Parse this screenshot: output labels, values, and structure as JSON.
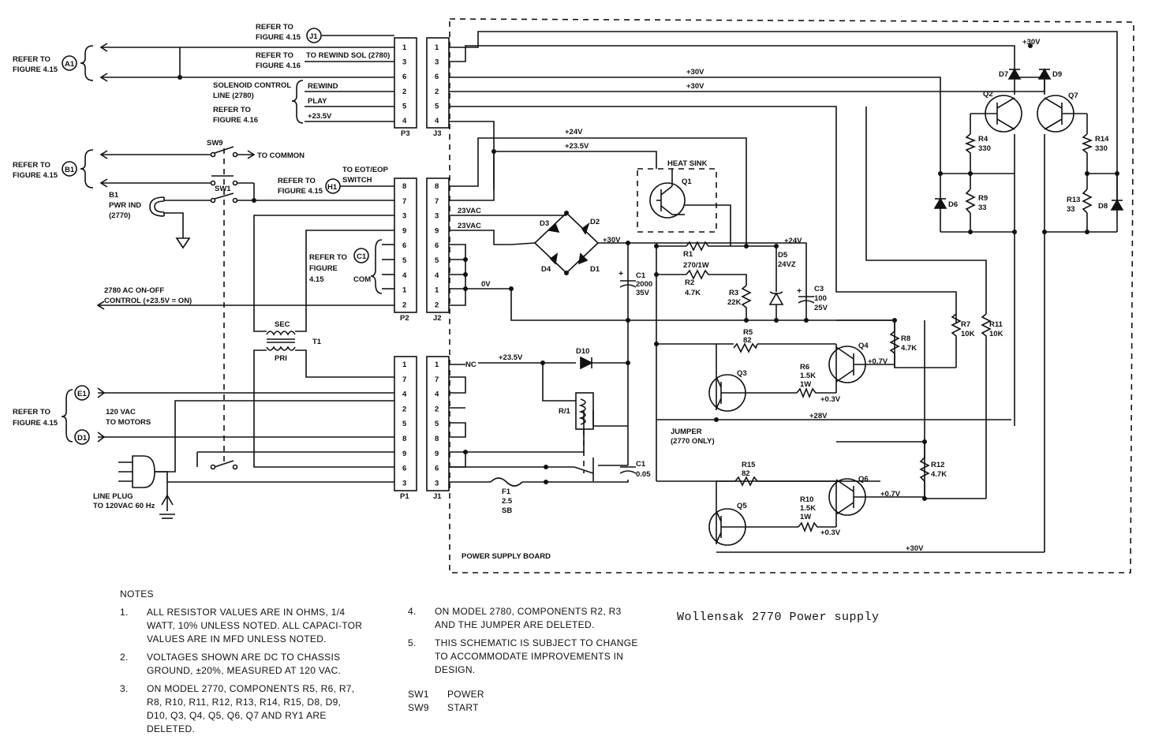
{
  "caption": "Wollensak 2770 Power supply",
  "power_board_label": "POWER SUPPLY BOARD",
  "left_labels": {
    "refer_to": "REFER TO",
    "figure_415": "FIGURE 4.15",
    "figure_416": "FIGURE 4.16",
    "a1": "A1",
    "b1": "B1",
    "e1": "E1",
    "d1": "D1",
    "j1": "J1",
    "h1": "H1",
    "c1": "C1",
    "to_rewind_sol": "TO REWIND SOL (2780)",
    "solenoid_control": "SOLENOID CONTROL",
    "line_2780": "LINE (2780)",
    "rewind": "REWIND",
    "play": "PLAY",
    "plus_23_5v": "+23.5V",
    "sw9": "SW9",
    "to_common": "TO COMMON",
    "sw1": "SW1",
    "to_eot": "TO EOT/EOP",
    "switch": "SWITCH",
    "b1_lamp": "B1",
    "pwr_ind": "PWR IND",
    "model_2770": "(2770)",
    "figure": "FIGURE",
    "fig_415_short": "4.15",
    "com": "COM",
    "ac_onoff_1": "2780 AC ON-OFF",
    "ac_onoff_2": "CONTROL (+23.5V = ON)",
    "sec": "SEC",
    "pri": "PRI",
    "t1": "T1",
    "vac_120": "120 VAC",
    "to_motors": "TO MOTORS",
    "line_plug": "LINE PLUG",
    "to_120vac": "TO 120VAC 60 Hz"
  },
  "connectors": {
    "p3": {
      "name": "P3",
      "pins": [
        "1",
        "3",
        "6",
        "2",
        "5",
        "4"
      ]
    },
    "j3": {
      "name": "J3",
      "pins": [
        "1",
        "3",
        "6",
        "2",
        "5",
        "4"
      ]
    },
    "p2": {
      "name": "P2",
      "pins": [
        "8",
        "7",
        "3",
        "9",
        "6",
        "5",
        "4",
        "1",
        "2"
      ]
    },
    "j2": {
      "name": "J2",
      "pins": [
        "8",
        "7",
        "3",
        "9",
        "6",
        "5",
        "4",
        "1",
        "2"
      ]
    },
    "p1": {
      "name": "P1",
      "pins": [
        "1",
        "7",
        "4",
        "2",
        "5",
        "8",
        "9",
        "6",
        "3"
      ]
    },
    "j1": {
      "name": "J1",
      "pins": [
        "1",
        "7",
        "4",
        "2",
        "5",
        "8",
        "9",
        "6",
        "3"
      ]
    }
  },
  "board": {
    "v30": "+30V",
    "v24": "+24V",
    "v23_5": "+23.5V",
    "v28": "+28V",
    "v0_7": "+0.7V",
    "v0_3": "+0.3V",
    "v0": "0V",
    "vac23": "23VAC",
    "nc": "NC",
    "heat_sink": "HEAT SINK",
    "jumper_1": "JUMPER",
    "jumper_2": "(2770 ONLY)",
    "q1": "Q1",
    "q2": "Q2",
    "q3": "Q3",
    "q4": "Q4",
    "q5": "Q5",
    "q6": "Q6",
    "q7": "Q7",
    "d1": "D1",
    "d2": "D2",
    "d3": "D3",
    "d4": "D4",
    "d5": "D5",
    "d5_val": "24VZ",
    "d6": "D6",
    "d7": "D7",
    "d8": "D8",
    "d9": "D9",
    "d10": "D10",
    "r1": "R1",
    "r1_val": "270/1W",
    "r2": "R2",
    "r2_val": "4.7K",
    "r3": "R3",
    "r3_val": "22K",
    "r4": "R4",
    "r4_val": "330",
    "r5": "R5",
    "r5_val": "82",
    "r6": "R6",
    "r6_val": "1.5K",
    "r6_w": "1W",
    "r7": "R7",
    "r7_val": "10K",
    "r8": "R8",
    "r8_val": "4.7K",
    "r9": "R9",
    "r9_val": "33",
    "r10": "R10",
    "r10_val": "1.5K",
    "r10_w": "1W",
    "r11": "R11",
    "r11_val": "10K",
    "r12": "R12",
    "r12_val": "4.7K",
    "r13": "R13",
    "r13_val": "33",
    "r14": "R14",
    "r14_val": "330",
    "r15": "R15",
    "r15_val": "82",
    "c1": "C1",
    "c1_val": "2000",
    "c1_v": "35V",
    "c3": "C3",
    "c3_val": "100",
    "c3_v": "25V",
    "c1b": "C1",
    "c1b_val": "0.05",
    "ry1": "R/1",
    "f1": "F1",
    "f1_val": "2.5",
    "f1_type": "SB"
  },
  "notes": {
    "heading": "NOTES",
    "items": [
      {
        "num": "1.",
        "text": "ALL RESISTOR VALUES ARE IN OHMS, 1/4 WATT, 10% UNLESS NOTED. ALL CAPACI-TOR VALUES ARE IN MFD UNLESS NOTED."
      },
      {
        "num": "2.",
        "text": "VOLTAGES SHOWN ARE DC TO CHASSIS GROUND, ±20%, MEASURED AT 120 VAC."
      },
      {
        "num": "3.",
        "text": "ON MODEL 2770, COMPONENTS R5, R6, R7, R8, R10, R11, R12, R13, R14, R15, D8, D9, D10, Q3, Q4, Q5, Q6, Q7 AND RY1 ARE DELETED."
      },
      {
        "num": "4.",
        "text": "ON MODEL 2780, COMPONENTS R2, R3 AND THE JUMPER ARE DELETED."
      },
      {
        "num": "5.",
        "text": "THIS SCHEMATIC IS SUBJECT TO CHANGE TO ACCOMMODATE IMPROVEMENTS IN DESIGN."
      }
    ],
    "switches": [
      {
        "id": "SW1",
        "name": "POWER"
      },
      {
        "id": "SW9",
        "name": "START"
      }
    ]
  }
}
